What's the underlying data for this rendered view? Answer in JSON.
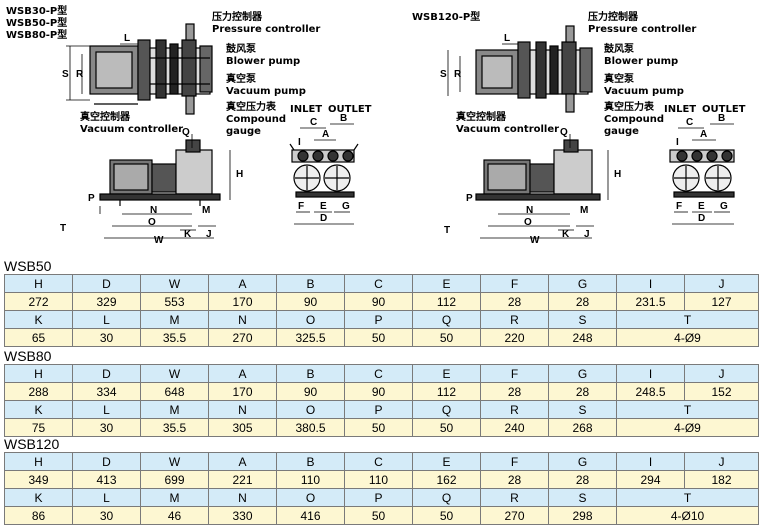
{
  "left_model": {
    "lines": [
      "WSB30-P型",
      "WSB50-P型",
      "WSB80-P型"
    ]
  },
  "right_model": {
    "line": "WSB120-P型"
  },
  "callouts": {
    "pressure_cn": "压力控制器",
    "pressure_en": "Pressure controller",
    "blower_cn": "鼓风泵",
    "blower_en": "Blower pump",
    "vacuum_pump_cn": "真空泵",
    "vacuum_pump_en": "Vacuum pump",
    "compound_cn": "真空压力表",
    "compound_en1": "Compound",
    "compound_en2": "gauge",
    "vacuum_ctrl_cn": "真空控制器",
    "vacuum_ctrl_en": "Vacuum controller",
    "inlet": "INLET",
    "outlet": "OUTLET"
  },
  "dims": {
    "L": "L",
    "S": "S",
    "R": "R",
    "Q": "Q",
    "H": "H",
    "P": "P",
    "T": "T",
    "N": "N",
    "O": "O",
    "M": "M",
    "K": "K",
    "J": "J",
    "W": "W",
    "A": "A",
    "B": "B",
    "C": "C",
    "I": "I",
    "E": "E",
    "F": "F",
    "G": "G",
    "D": "D"
  },
  "tables": [
    {
      "title": "WSB50",
      "row1_head": [
        "H",
        "D",
        "W",
        "A",
        "B",
        "C",
        "E",
        "F",
        "G",
        "I",
        "J"
      ],
      "row1_vals": [
        "272",
        "329",
        "553",
        "170",
        "90",
        "90",
        "112",
        "28",
        "28",
        "231.5",
        "127"
      ],
      "row2_head": [
        "K",
        "L",
        "M",
        "N",
        "O",
        "P",
        "Q",
        "R",
        "S",
        "T"
      ],
      "row2_vals": [
        "65",
        "30",
        "35.5",
        "270",
        "325.5",
        "50",
        "50",
        "220",
        "248",
        "4-Ø9"
      ]
    },
    {
      "title": "WSB80",
      "row1_head": [
        "H",
        "D",
        "W",
        "A",
        "B",
        "C",
        "E",
        "F",
        "G",
        "I",
        "J"
      ],
      "row1_vals": [
        "288",
        "334",
        "648",
        "170",
        "90",
        "90",
        "112",
        "28",
        "28",
        "248.5",
        "152"
      ],
      "row2_head": [
        "K",
        "L",
        "M",
        "N",
        "O",
        "P",
        "Q",
        "R",
        "S",
        "T"
      ],
      "row2_vals": [
        "75",
        "30",
        "35.5",
        "305",
        "380.5",
        "50",
        "50",
        "240",
        "268",
        "4-Ø9"
      ]
    },
    {
      "title": "WSB120",
      "row1_head": [
        "H",
        "D",
        "W",
        "A",
        "B",
        "C",
        "E",
        "F",
        "G",
        "I",
        "J"
      ],
      "row1_vals": [
        "349",
        "413",
        "699",
        "221",
        "110",
        "110",
        "162",
        "28",
        "28",
        "294",
        "182"
      ],
      "row2_head": [
        "K",
        "L",
        "M",
        "N",
        "O",
        "P",
        "Q",
        "R",
        "S",
        "T"
      ],
      "row2_vals": [
        "86",
        "30",
        "46",
        "330",
        "416",
        "50",
        "50",
        "270",
        "298",
        "4-Ø10"
      ]
    }
  ]
}
